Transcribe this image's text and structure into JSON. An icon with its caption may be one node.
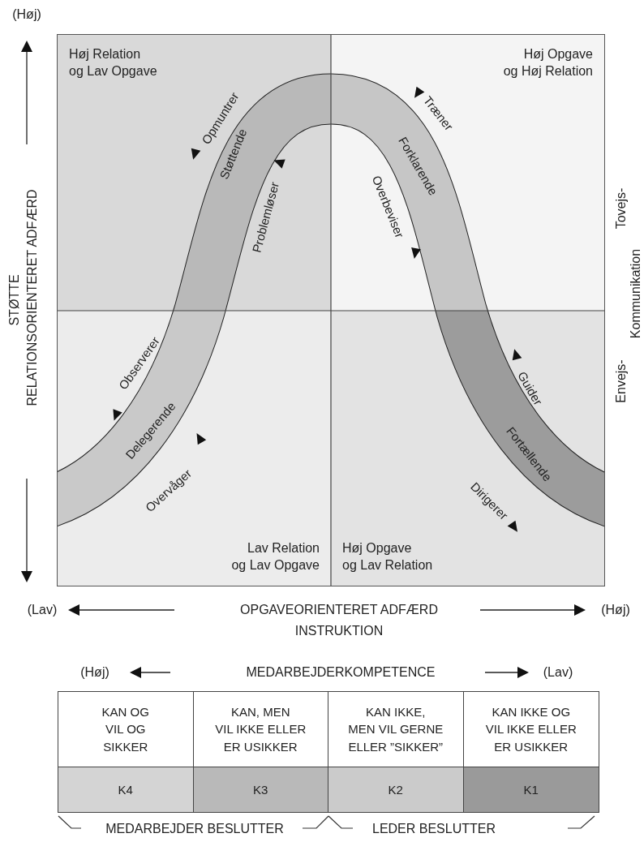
{
  "diagram": {
    "nodes": [
      {
        "text": [
          "Høj Relation og Lav Opgave"
        ]
      },
      {
        "text": [
          "Høj Opgave og Høj Relation"
        ]
      },
      {
        "text": [
          "Lav Relation og Lav Opgave"
        ]
      },
      {
        "text": [
          "Høj Opgave og Lav Relation"
        ]
      }
    ],
    "labels": [
      "(Høj)",
      "Opmuntrer",
      "Træner",
      "Støttende",
      "Forklarende",
      "Problemløser",
      "Overbeviser",
      "STØTTE",
      "RELATIONSORIENTERET ADFÆRD",
      "Tovejs-",
      "Kommunikation",
      "Observerer",
      "Guider",
      "Envejs-",
      "Delegerende",
      "Fortællende",
      "Overvåger",
      "Dirigerer",
      "(Lav)",
      "OPGAVEORIENTERET ADFÆRD",
      "(Høj)",
      "INSTRUKTION",
      "(Høj)",
      "MEDARBEJDERKOMPETENCE",
      "(Lav)",
      "KAN OG VIL OG SIKKER",
      "KAN, MEN VIL IKKE ELLER ER USIKKER",
      "KAN IKKE, MEN VIL GERNE ELLER ”SIKKER”",
      "KAN IKKE OG VIL IKKE ELLER ER USIKKER",
      "K4",
      "K3",
      "K2",
      "K1",
      "MEDARBEJDER BESLUTTER",
      "LEDER BESLUTTER"
    ]
  }
}
